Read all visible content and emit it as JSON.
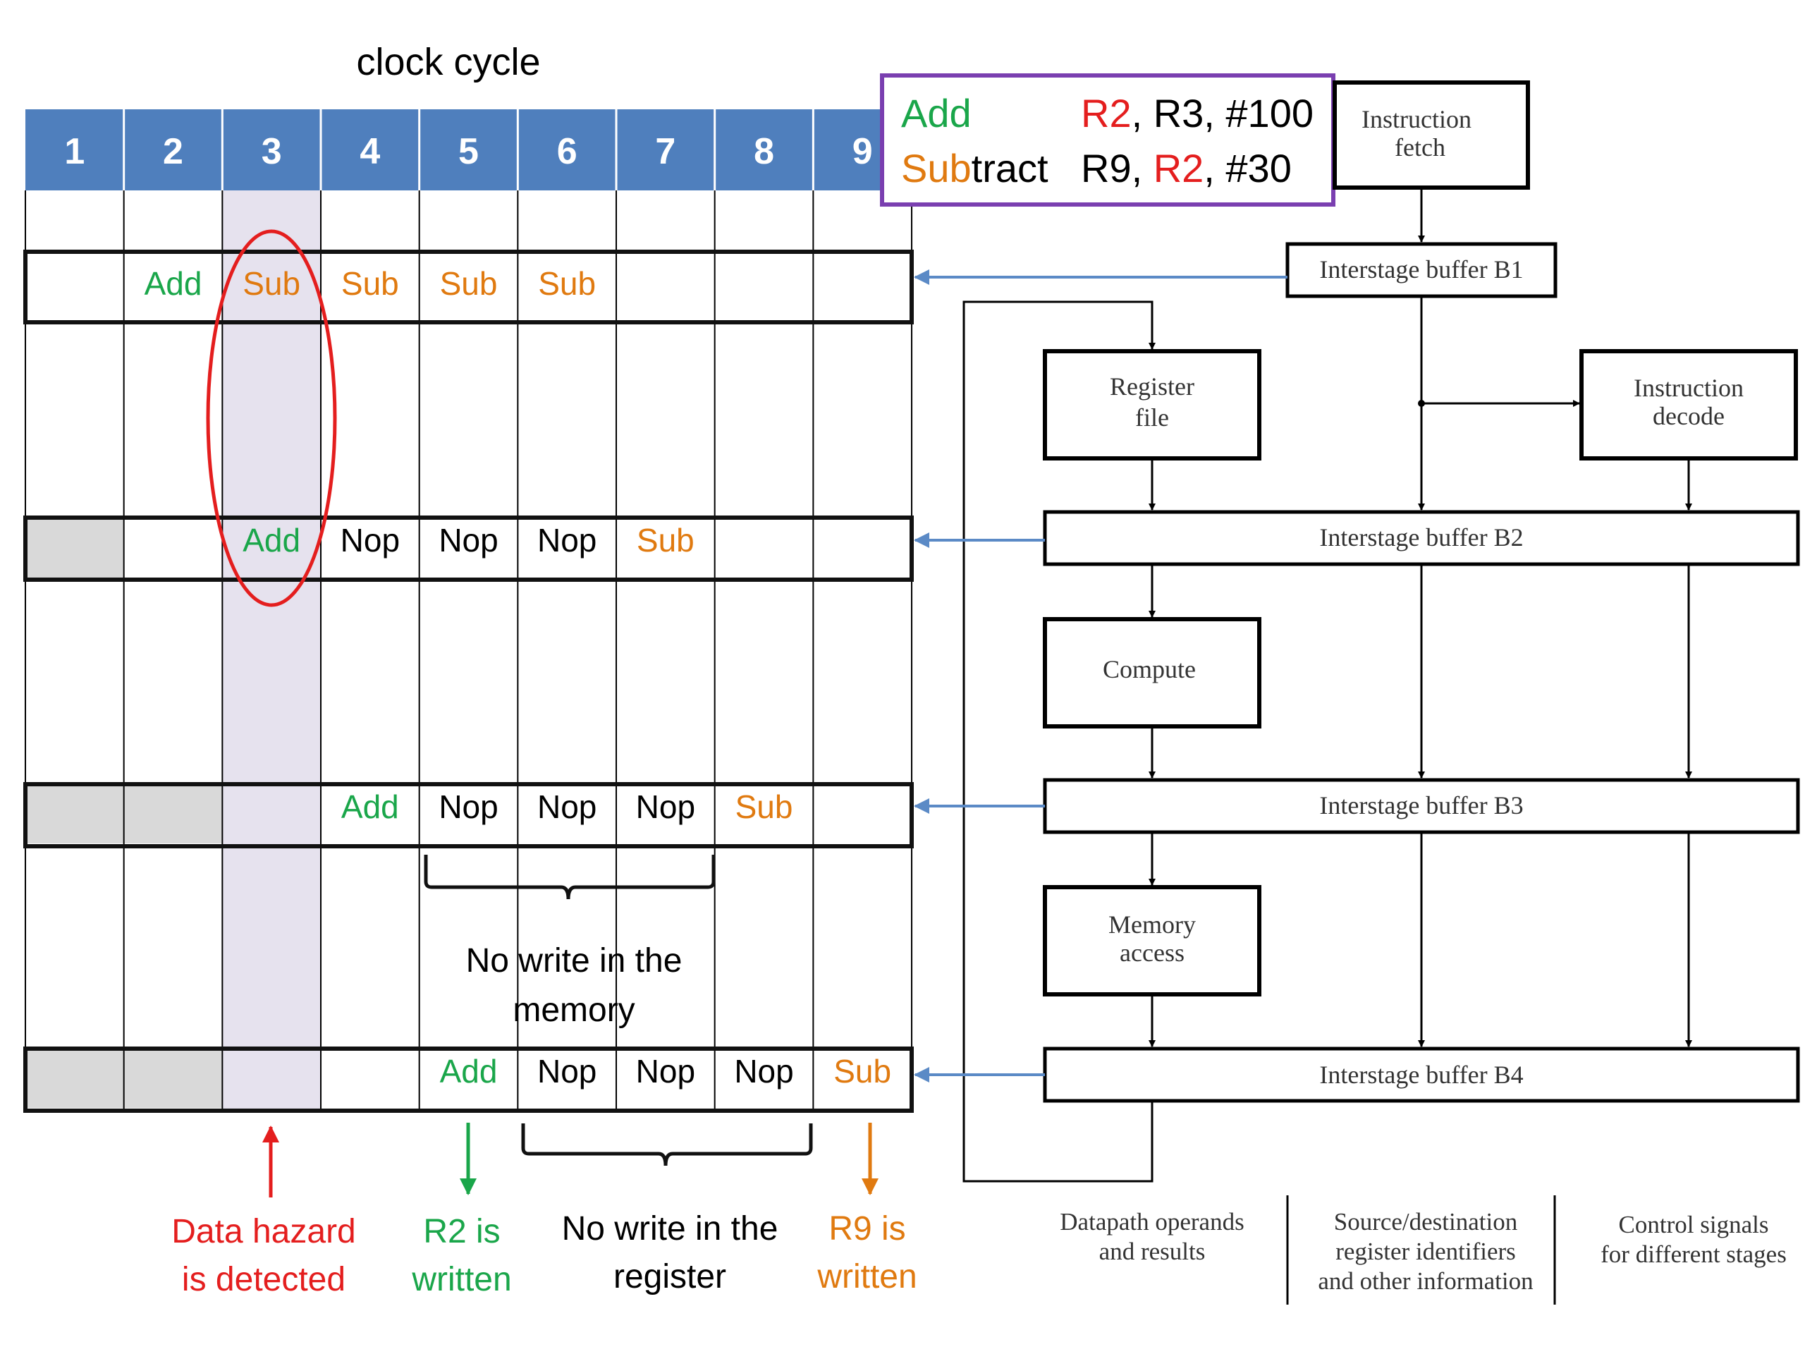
{
  "title": "clock cycle",
  "cycles": [
    "1",
    "2",
    "3",
    "4",
    "5",
    "6",
    "7",
    "8",
    "9"
  ],
  "colors": {
    "header": "#4f7fbd",
    "add": "#1aa64a",
    "sub": "#e07a10",
    "hazard": "#e41e1e",
    "highlight": "#e6e2ee",
    "gray": "#d9d9d9",
    "code_border": "#7a3fb0",
    "arrow": "#5b8ac6"
  },
  "code": {
    "line1": {
      "op": "Add",
      "reg": "R2",
      "rest": ", R3, #100"
    },
    "line2": {
      "op_colored": "Sub",
      "op_rest": "tract",
      "pre": "R9, ",
      "reg": "R2",
      "rest": ", #30"
    }
  },
  "rows": [
    {
      "name": "B1",
      "cells": [
        "",
        "Add",
        "Sub",
        "Sub",
        "Sub",
        "Sub",
        "",
        "",
        ""
      ]
    },
    {
      "name": "B2",
      "cells": [
        "",
        "",
        "Add",
        "Nop",
        "Nop",
        "Nop",
        "Sub",
        "",
        ""
      ]
    },
    {
      "name": "B3",
      "cells": [
        "",
        "",
        "",
        "Add",
        "Nop",
        "Nop",
        "Nop",
        "Sub",
        ""
      ]
    },
    {
      "name": "B4",
      "cells": [
        "",
        "",
        "",
        "",
        "Add",
        "Nop",
        "Nop",
        "Nop",
        "Sub"
      ]
    }
  ],
  "notes": {
    "mem_line1": "No write in the",
    "mem_line2": "memory",
    "hazard_line1": "Data hazard",
    "hazard_line2": "is detected",
    "r2_line1": "R2 is",
    "r2_line2": "written",
    "reg_line1": "No write in the",
    "reg_line2": "register",
    "r9_line1": "R9 is",
    "r9_line2": "written"
  },
  "pipeline": {
    "fetch": [
      "Instruction",
      "fetch"
    ],
    "b1": "Interstage buffer B1",
    "regfile": [
      "Register",
      "file"
    ],
    "decode": [
      "Instruction",
      "decode"
    ],
    "b2": "Interstage buffer B2",
    "compute": "Compute",
    "b3": "Interstage buffer B3",
    "memory": [
      "Memory",
      "access"
    ],
    "b4": "Interstage buffer B4"
  },
  "legend": {
    "col1": [
      "Datapath operands",
      "and results"
    ],
    "col2": [
      "Source/destination",
      "register identifiers",
      "and other information"
    ],
    "col3": [
      "Control signals",
      "for different stages"
    ]
  }
}
